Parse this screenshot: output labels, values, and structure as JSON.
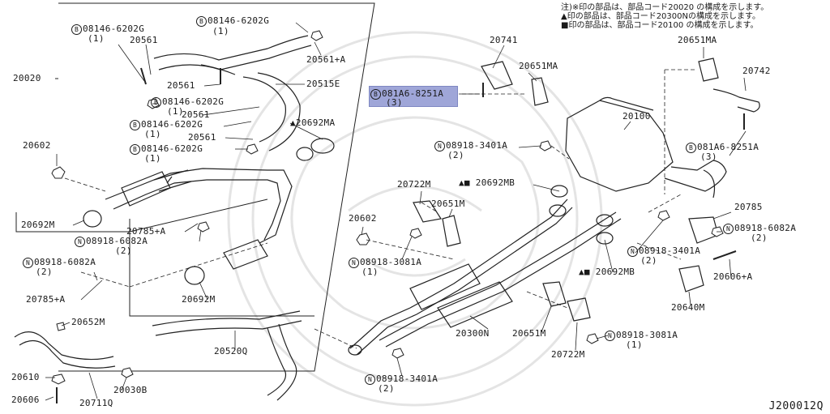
{
  "diagram": {
    "notes": [
      "注)※印の部品は、部品コード20020 の構成を示します。",
      "▲印の部品は、部品コード20300Nの構成を示します。",
      "■印の部品は、部品コード20100 の構成を示します。"
    ],
    "figure_code": "J200012Q",
    "highlight_color": "#9fa6d8",
    "labels": {
      "p20020": "20020",
      "b08146_a": "08146-6202G",
      "b08146_a_q": "(1)",
      "p20561_a": "20561",
      "b08146_b": "08146-6202G",
      "b08146_b_q": "(1)",
      "p20561a_a": "20561+A",
      "p20561_b": "20561",
      "b08146_c": "08146-6202G",
      "b08146_c_q": "(1)",
      "p20515e": "20515E",
      "p20561_c": "20561",
      "b08146_d": "08146-6202G",
      "b08146_d_q": "(1)",
      "p20561_d": "20561",
      "p20692ma_a": "▲20692MA",
      "b08146_e": "08146-6202G",
      "b08146_e_q": "(1)",
      "p20602_a": "20602",
      "p20692m_a": "20692M",
      "p20785a_a": "20785+A",
      "n08918_6082a_a": "08918-6082A",
      "n08918_6082a_a_q": "(2)",
      "n08918_6082a_b": "08918-6082A",
      "n08918_6082a_b_q": "(2)",
      "p20785a_b": "20785+A",
      "p20692m_b": "20692M",
      "p20652m": "20652M",
      "p20520q": "20520Q",
      "p20610": "20610",
      "p20030b": "20030B",
      "p20606": "20606",
      "p20711q": "20711Q",
      "b081a6_a": "081A6-8251A",
      "b081a6_a_q": "(3)",
      "p20741": "20741",
      "p20651ma_a": "20651MA",
      "p20651ma_b": "20651MA",
      "p20742": "20742",
      "p20100": "20100",
      "n08918_3401a_a": "08918-3401A",
      "n08918_3401a_a_q": "(2)",
      "b081a6_b": "081A6-8251A",
      "b081a6_b_q": "(3)",
      "p20722m_a": "20722M",
      "p20692mb_a": "▲■ 20692MB",
      "p20651m_a": "20651M",
      "p20602_b": "20602",
      "p20785": "20785",
      "n08918_6082a_c": "08918-6082A",
      "n08918_6082a_c_q": "(2)",
      "n08918_3081a_a": "08918-3081A",
      "n08918_3081a_a_q": "(1)",
      "n08918_3401a_b": "08918-3401A",
      "n08918_3401a_b_q": "(2)",
      "p20606a": "20606+A",
      "p20692mb_b": "▲■ 20692MB",
      "p20640m": "20640M",
      "p20300n": "20300N",
      "p20651m_b": "20651M",
      "n08918_3081a_b": "08918-3081A",
      "n08918_3081a_b_q": "(1)",
      "p20722m_b": "20722M",
      "n08918_3401a_c": "08918-3401A",
      "n08918_3401a_c_q": "(2)"
    },
    "markers": {
      "bolt": "B",
      "nut": "N"
    }
  }
}
